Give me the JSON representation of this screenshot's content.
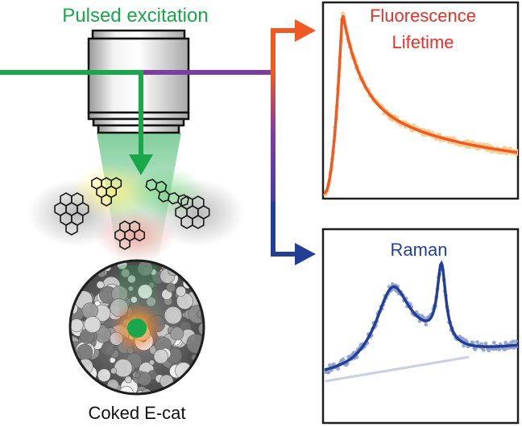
{
  "title": "Pulsed excitation",
  "sample_label": "Coked E-cat",
  "panels": {
    "fluorescence": {
      "title_line1": "Fluorescence",
      "title_line2": "Lifetime"
    },
    "raman": {
      "title": "Raman"
    }
  },
  "colors": {
    "excitation": "#1aa64a",
    "fluorescence": "#f05a22",
    "fluorescence_points": "#f5cf93",
    "raman": "#233f95",
    "raman_points": "#8f9fd0",
    "baseline": "#c9d0e6",
    "mixed_path": "#7a3ea0",
    "objective": "#dcdcdc"
  },
  "icons": [
    "objective-lens-icon",
    "molecule-icon",
    "catalyst-particle-icon",
    "arrow-icon"
  ]
}
